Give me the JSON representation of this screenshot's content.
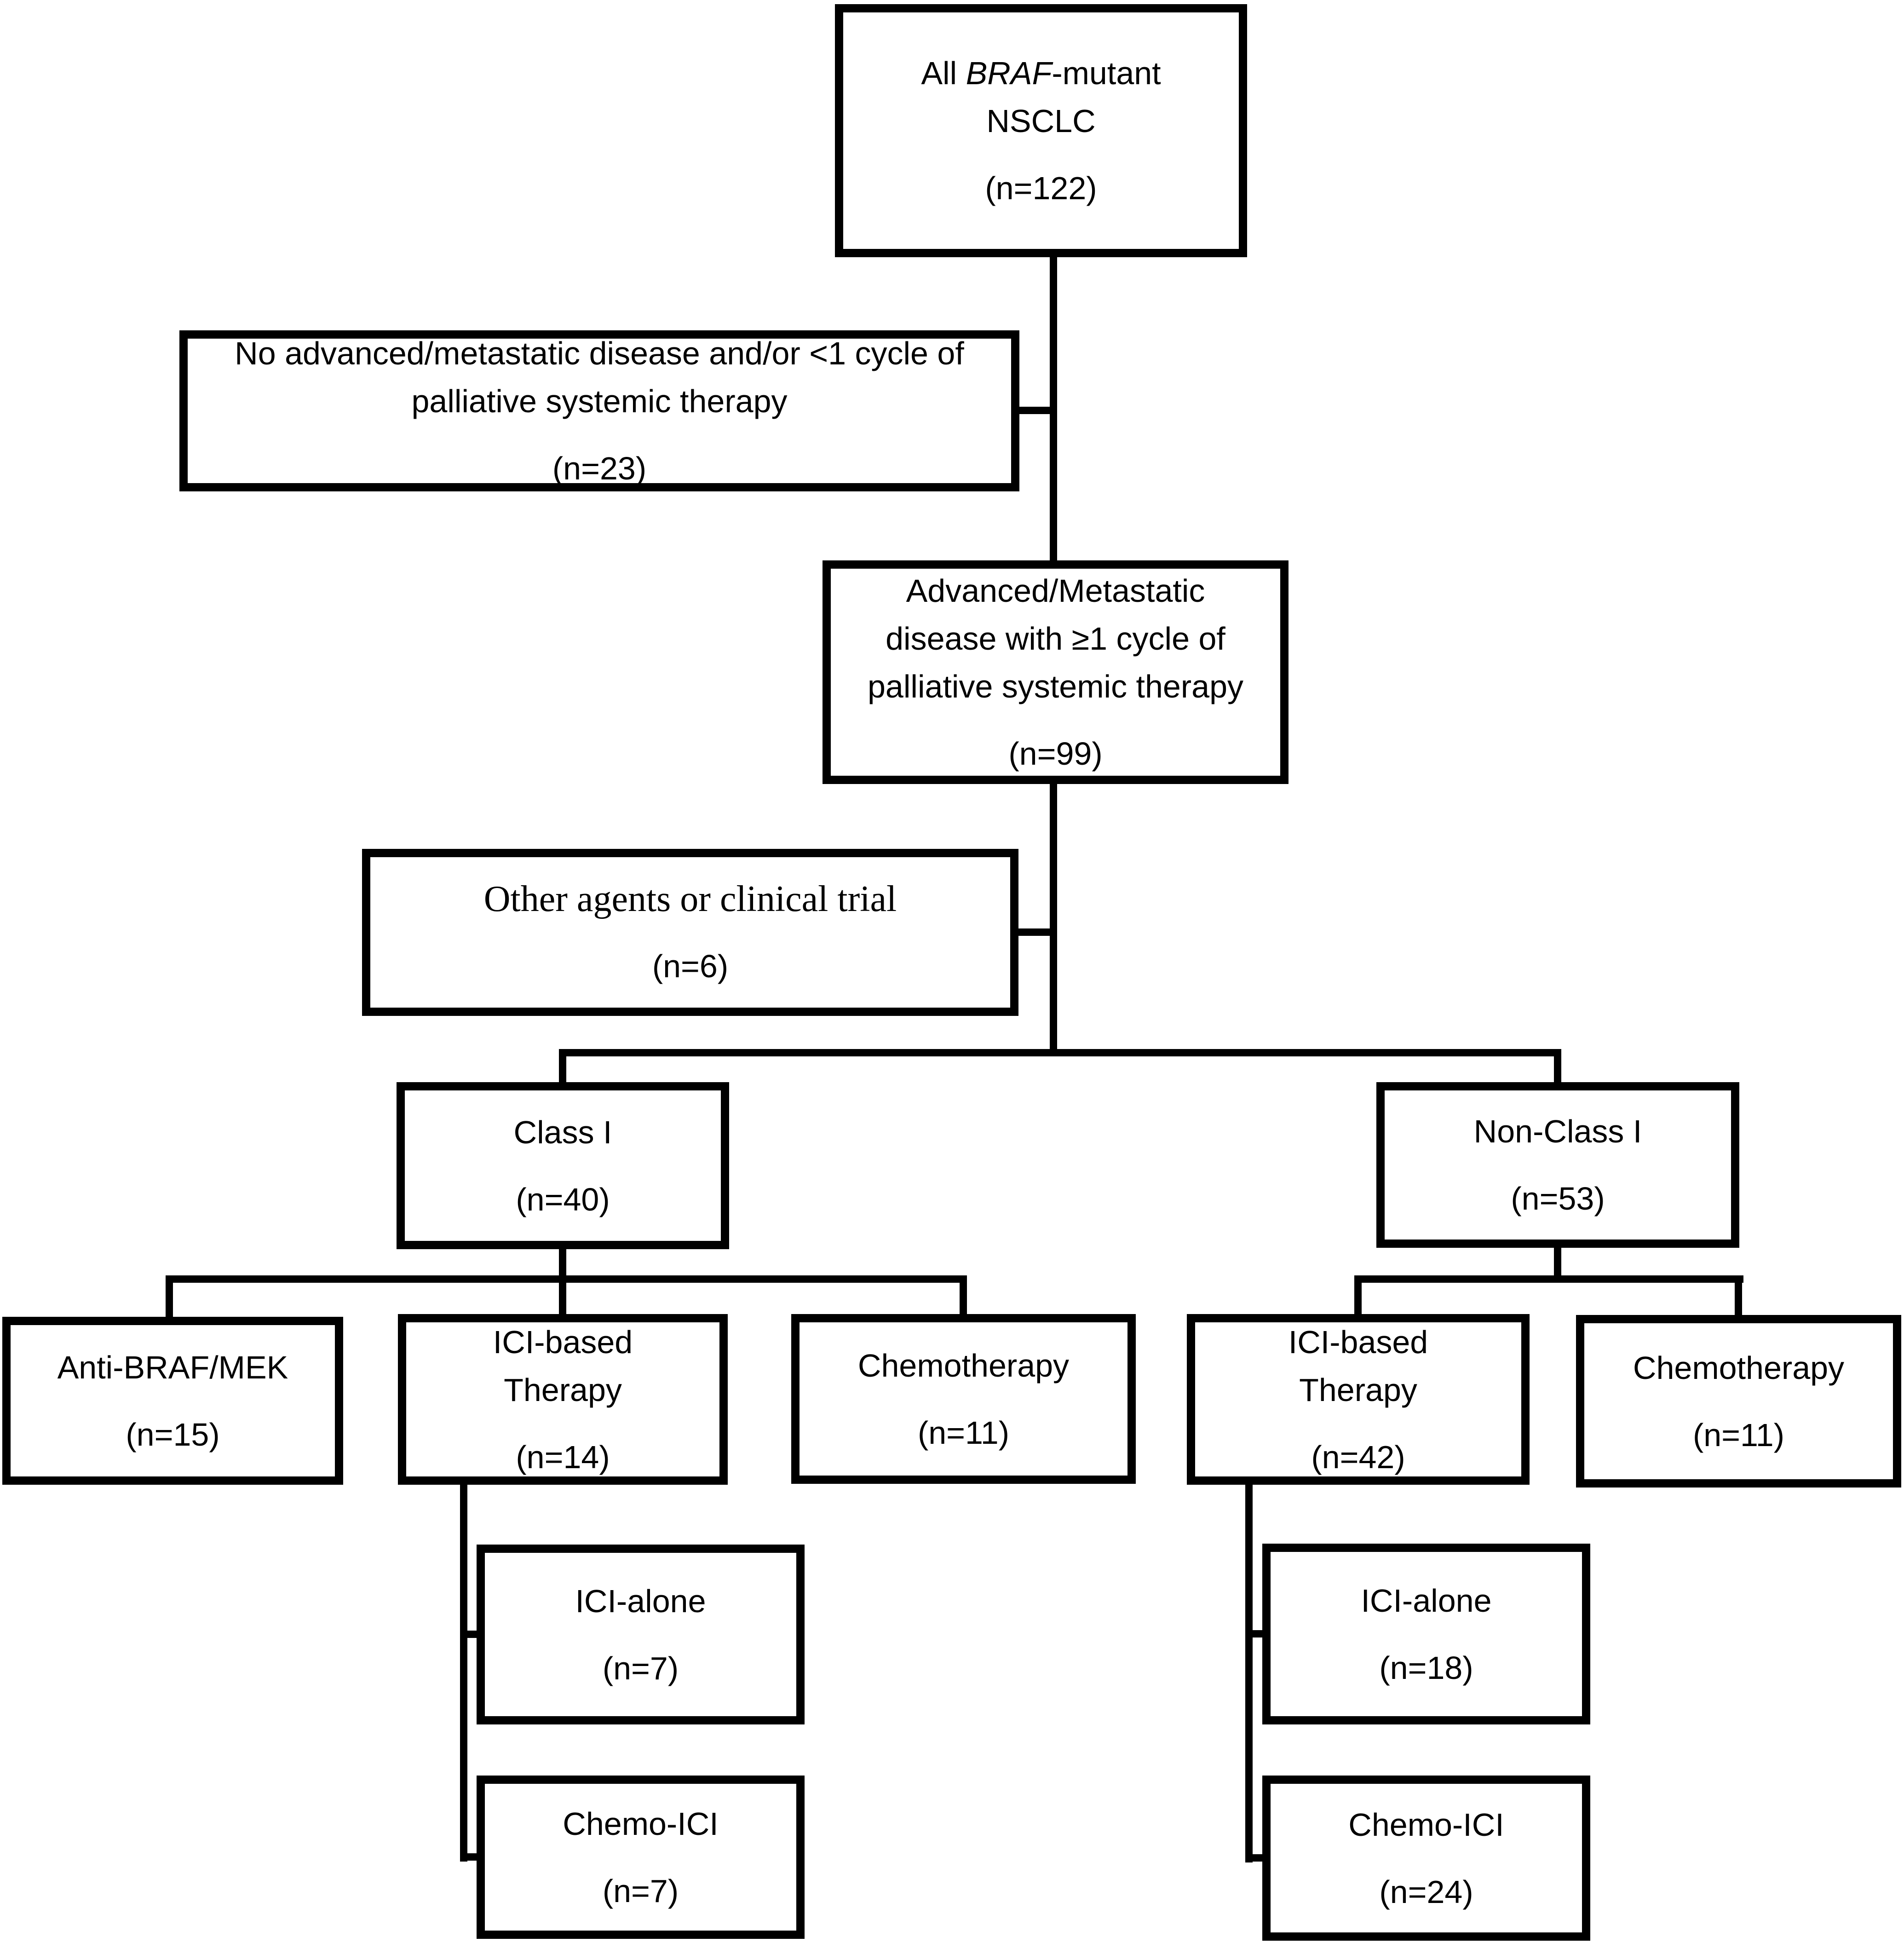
{
  "diagram": {
    "title": "BRAF-mutant NSCLC treatment flow diagram",
    "colors": {
      "line": "#000000",
      "background": "#ffffff",
      "text": "#000000"
    },
    "boxes": {
      "root": {
        "line1_pre": "All ",
        "line1_italic": "BRAF",
        "line1_post": "-mutant",
        "line2": "NSCLC",
        "n": "(n=122)"
      },
      "excluded_no_advanced": {
        "line1": "No advanced/metastatic disease and/or <1 cycle of",
        "line2": "palliative systemic therapy",
        "n": "(n=23)"
      },
      "advanced_metastatic": {
        "line1": "Advanced/Metastatic",
        "line2": "disease with ≥1 cycle of",
        "line3": "palliative systemic therapy",
        "n": "(n=99)"
      },
      "other_agents": {
        "line1": "Other agents or clinical trial",
        "n": "(n=6)"
      },
      "class_i": {
        "line1": "Class I",
        "n": "(n=40)"
      },
      "non_class_i": {
        "line1": "Non-Class I",
        "n": "(n=53)"
      },
      "anti_braf_mek": {
        "line1": "Anti-BRAF/MEK",
        "n": "(n=15)"
      },
      "ici_based_class_i": {
        "line1": "ICI-based",
        "line2": "Therapy",
        "n": "(n=14)"
      },
      "chemotherapy_class_i": {
        "line1": "Chemotherapy",
        "n": "(n=11)"
      },
      "ici_based_non_class_i": {
        "line1": "ICI-based",
        "line2": "Therapy",
        "n": "(n=42)"
      },
      "chemotherapy_non_class_i": {
        "line1": "Chemotherapy",
        "n": "(n=11)"
      },
      "ici_alone_class_i": {
        "line1": "ICI-alone",
        "n": "(n=7)"
      },
      "chemo_ici_class_i": {
        "line1": "Chemo-ICI",
        "n": "(n=7)"
      },
      "ici_alone_non_class_i": {
        "line1": "ICI-alone",
        "n": "(n=18)"
      },
      "chemo_ici_non_class_i": {
        "line1": "Chemo-ICI",
        "n": "(n=24)"
      }
    }
  }
}
